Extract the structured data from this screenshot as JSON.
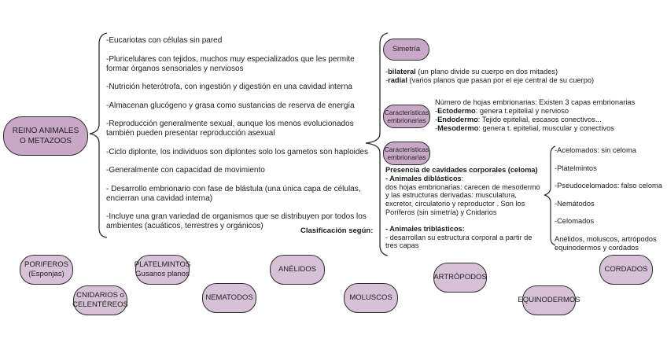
{
  "root": {
    "label": "REINO ANIMALES O METAZOOS",
    "fill": "#c9a8c7"
  },
  "characteristics": [
    "-Eucariotas con células sin pared",
    "-Pluricelulares con tejidos, muchos muy especializados que les permite formar órganos sensoriales y nerviosos",
    "-Nutrición heterótrofa, con ingestión y digestión en una cavidad interna",
    "-Almacenan glucógeno y grasa como sustancias de reserva de energía",
    "-Reproducción generalmente sexual, aunque los menos evolucionados también pueden presentar reproducción asexual",
    "-Ciclo diplonte, los individuos son diplontes solo los gametos son haploides",
    "-Generalmente con capacidad de movimiento",
    "- Desarrollo embrionario con fase de blástula (una única capa de células, encierran una cavidad interna)",
    "-Incluye una gran variedad de organismos que se distribuyen por todos los ambientes (acuáticos, terrestres y orgánicos)"
  ],
  "classification_label": "Clasificación según:",
  "simetria": {
    "label": "Simetría",
    "items": [
      {
        "term": "bilateral",
        "desc": " (un plano divide su cuerpo en dos mitades)"
      },
      {
        "term": "radial",
        "desc": " (varios planos que pasan por el eje central de su cuerpo)"
      }
    ]
  },
  "embrionarias1": {
    "label": "Características embrionarias",
    "intro": "Número de hojas embrionarias: Existen 3 capas embrionarias",
    "items": [
      {
        "term": "Ectodermo",
        "desc": ": genera t.epitelial y nervioso"
      },
      {
        "term": "Endodermo",
        "desc": ": Tejido epitelial, escasos conectivos..."
      },
      {
        "term": "Mesodermo",
        "desc": ": genera t. epitelial, muscular y conectivos"
      }
    ]
  },
  "embrionarias2": {
    "label": "Características embrionarias",
    "heading": "Presencia de cavidades corporales (celoma)",
    "diblasticos_title": "- Animales diblásticos",
    "diblasticos_colon": ":",
    "diblasticos_text": "dos hojas embrionarias: carecen de mesodermo y las estructuras derivadas: musculatura, excretor, circulatorio y reproductor . Son los Poríferos (sin simetría) y Cnidarios",
    "triblasticos_title": "- Animales triblásticos:",
    "triblasticos_text": "- desarrollan su estructura corporal a partir de tres capas"
  },
  "celoma_types": [
    "-Acelomados: sin celoma",
    "-Platelmintos",
    "-Pseudocelomados: falso celoma",
    "-Nemátodos",
    "-Celomados",
    "Anélidos, moluscos, artrópodos equinodermos y cordados"
  ],
  "groups": [
    {
      "line1": "PORIFEROS",
      "line2": "(Esponjas)"
    },
    {
      "line1": "CNIDARIOS o",
      "line2": "CELENTÉREOS"
    },
    {
      "line1": "PLATELMINTOS",
      "line2": "Gusanos planos"
    },
    {
      "line1": "NEMATODOS",
      "line2": ""
    },
    {
      "line1": "ANÉLIDOS",
      "line2": ""
    },
    {
      "line1": "MOLUSCOS",
      "line2": ""
    },
    {
      "line1": "ARTRÓPODOS",
      "line2": ""
    },
    {
      "line1": "EQUINODERMOS",
      "line2": ""
    },
    {
      "line1": "CORDADOS",
      "line2": ""
    }
  ]
}
